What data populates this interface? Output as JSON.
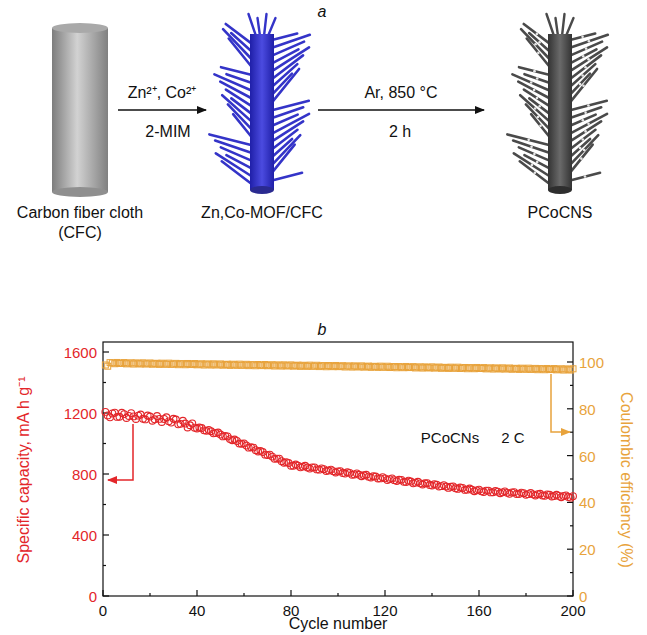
{
  "diagram": {
    "nodes": [
      {
        "text": [
          "Carbon fiber cloth (CFC)"
        ]
      },
      {
        "text": [
          "Zn,Co-MOF/CFC"
        ]
      },
      {
        "text": [
          "PCoCNS"
        ]
      }
    ],
    "edges": [
      {
        "from": 0,
        "to": 1,
        "arrow": "to",
        "label": "Zn²⁺, Co²⁺"
      },
      {
        "from": 1,
        "to": 2,
        "arrow": "to",
        "label": "Ar, 850 °C"
      }
    ],
    "labels": [
      "a",
      "2-MIM",
      "2 h",
      "b",
      "0",
      "400",
      "800",
      "1200",
      "1600",
      "0",
      "40",
      "80",
      "120",
      "160",
      "200",
      "0",
      "20",
      "40",
      "60",
      "80",
      "100",
      "Specific capacity, mA h g⁻¹",
      "Coulombic efficiency (%)",
      "Cycle number",
      "PCoCNs",
      "2 C"
    ]
  }
}
